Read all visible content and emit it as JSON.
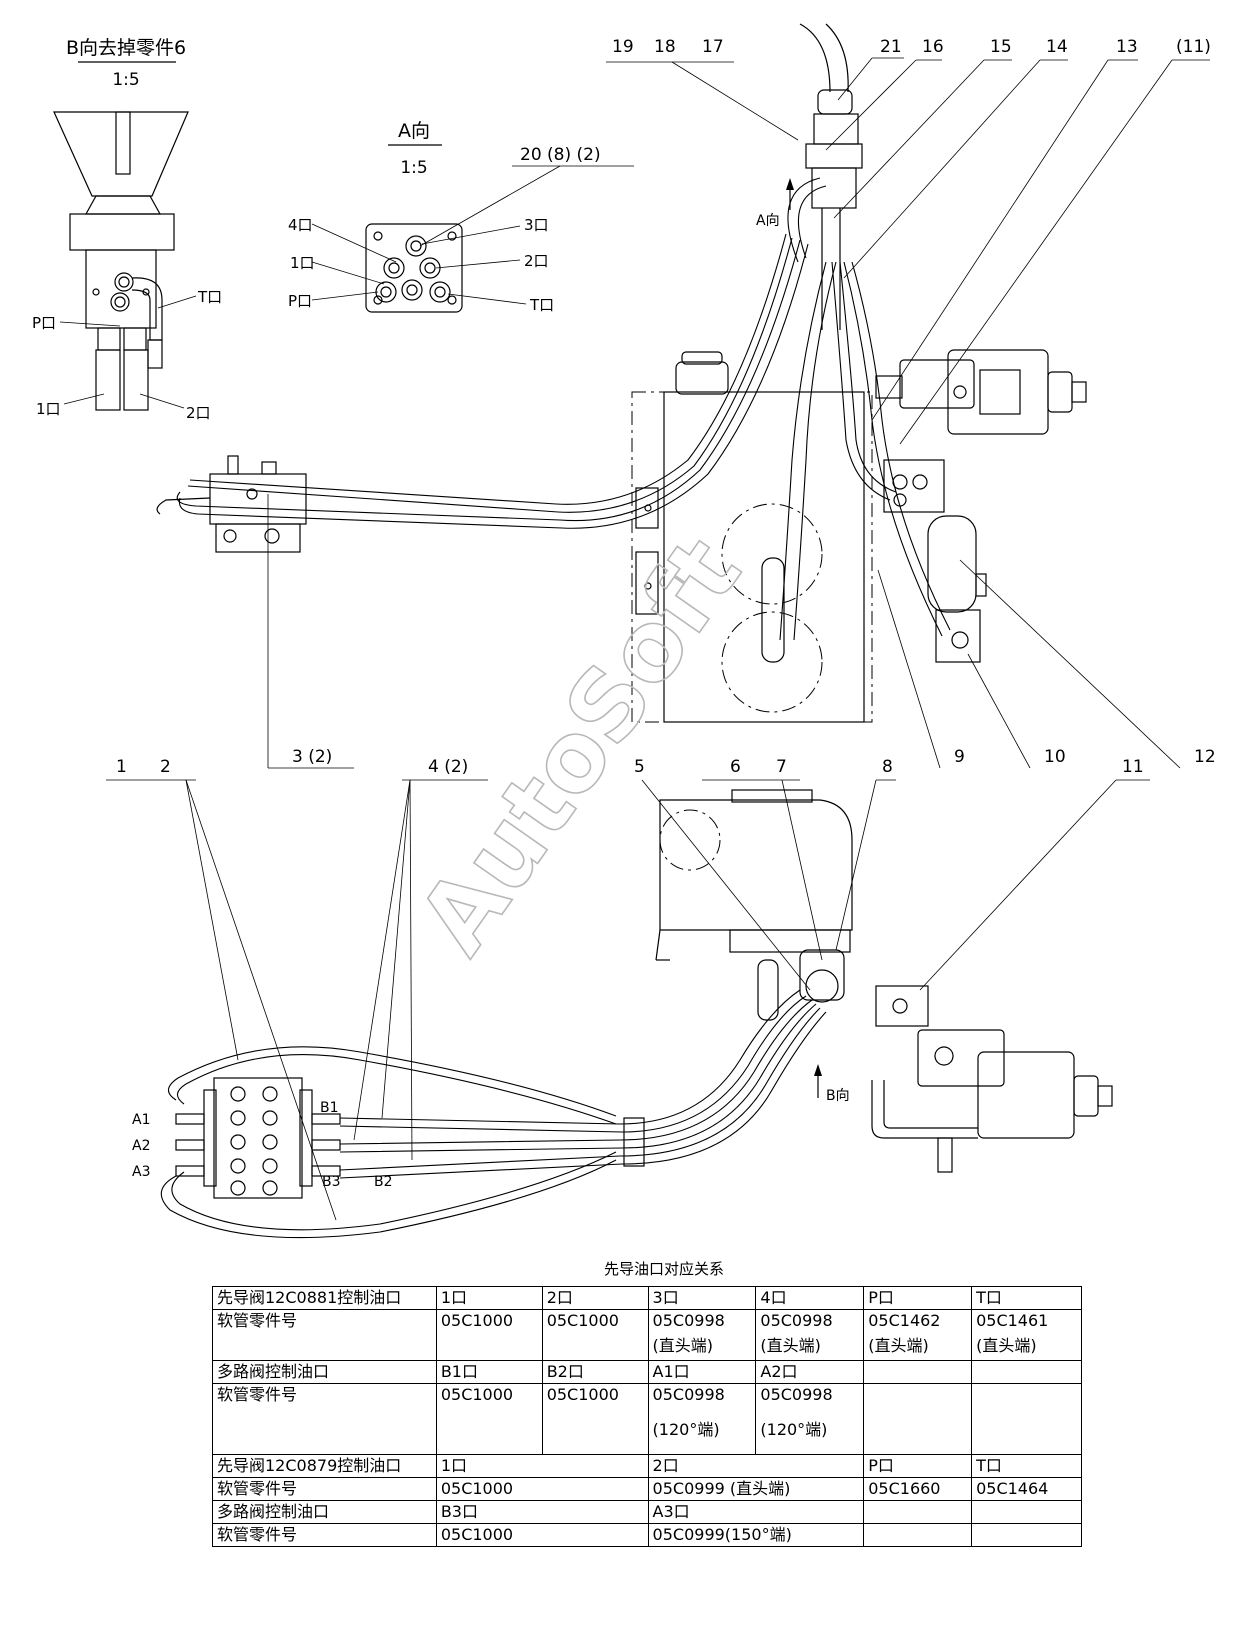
{
  "view_b": {
    "title": "B向去掉零件6",
    "scale": "1:5",
    "labels": [
      "P口",
      "T口",
      "1口",
      "2口"
    ]
  },
  "view_a": {
    "title": "A向",
    "scale": "1:5",
    "callout": "20 (8) (2)",
    "labels": [
      "4口",
      "1口",
      "P口",
      "3口",
      "2口",
      "T口"
    ]
  },
  "callouts": {
    "top": [
      "19",
      "18",
      "17",
      "21",
      "16",
      "15",
      "14",
      "13",
      "(11)"
    ],
    "mid": [
      "3 (2)",
      "9",
      "10",
      "12"
    ],
    "low": [
      "1",
      "2",
      "4 (2)",
      "5",
      "6",
      "7",
      "8",
      "11"
    ]
  },
  "arrows": {
    "a_dir": "A向",
    "b_dir": "B向"
  },
  "valve_ports": [
    "A1",
    "A2",
    "A3",
    "B1",
    "B2",
    "B3"
  ],
  "watermark": "AutoSoft",
  "table": {
    "title": "先导油口对应关系",
    "rows": [
      [
        "先导阀12C0881控制油口",
        "1口",
        "2口",
        "3口",
        "4口",
        "P口",
        "T口"
      ],
      [
        "软管零件号",
        "05C1000",
        "05C1000",
        "05C0998",
        "05C0998",
        "05C1462",
        "05C1461"
      ],
      [
        "",
        "",
        "",
        "(直头端)",
        "(直头端)",
        "(直头端)",
        "(直头端)"
      ],
      [
        "多路阀控制油口",
        "B1口",
        "B2口",
        "A1口",
        "A2口",
        "",
        ""
      ],
      [
        "软管零件号",
        "05C1000",
        "05C1000",
        "05C0998",
        "05C0998",
        "",
        ""
      ],
      [
        "",
        "",
        "",
        "(120°端)",
        "(120°端)",
        "",
        ""
      ],
      [
        "先导阀12C0879控制油口",
        "1口",
        "2口",
        "P口",
        "T口"
      ],
      [
        "软管零件号",
        "05C1000",
        "05C0999 (直头端)",
        "05C1660",
        "05C1464"
      ],
      [
        "多路阀控制油口",
        "B3口",
        "A3口",
        "",
        ""
      ],
      [
        "软管零件号",
        "05C1000",
        "05C0999(150°端)",
        "",
        ""
      ]
    ]
  }
}
